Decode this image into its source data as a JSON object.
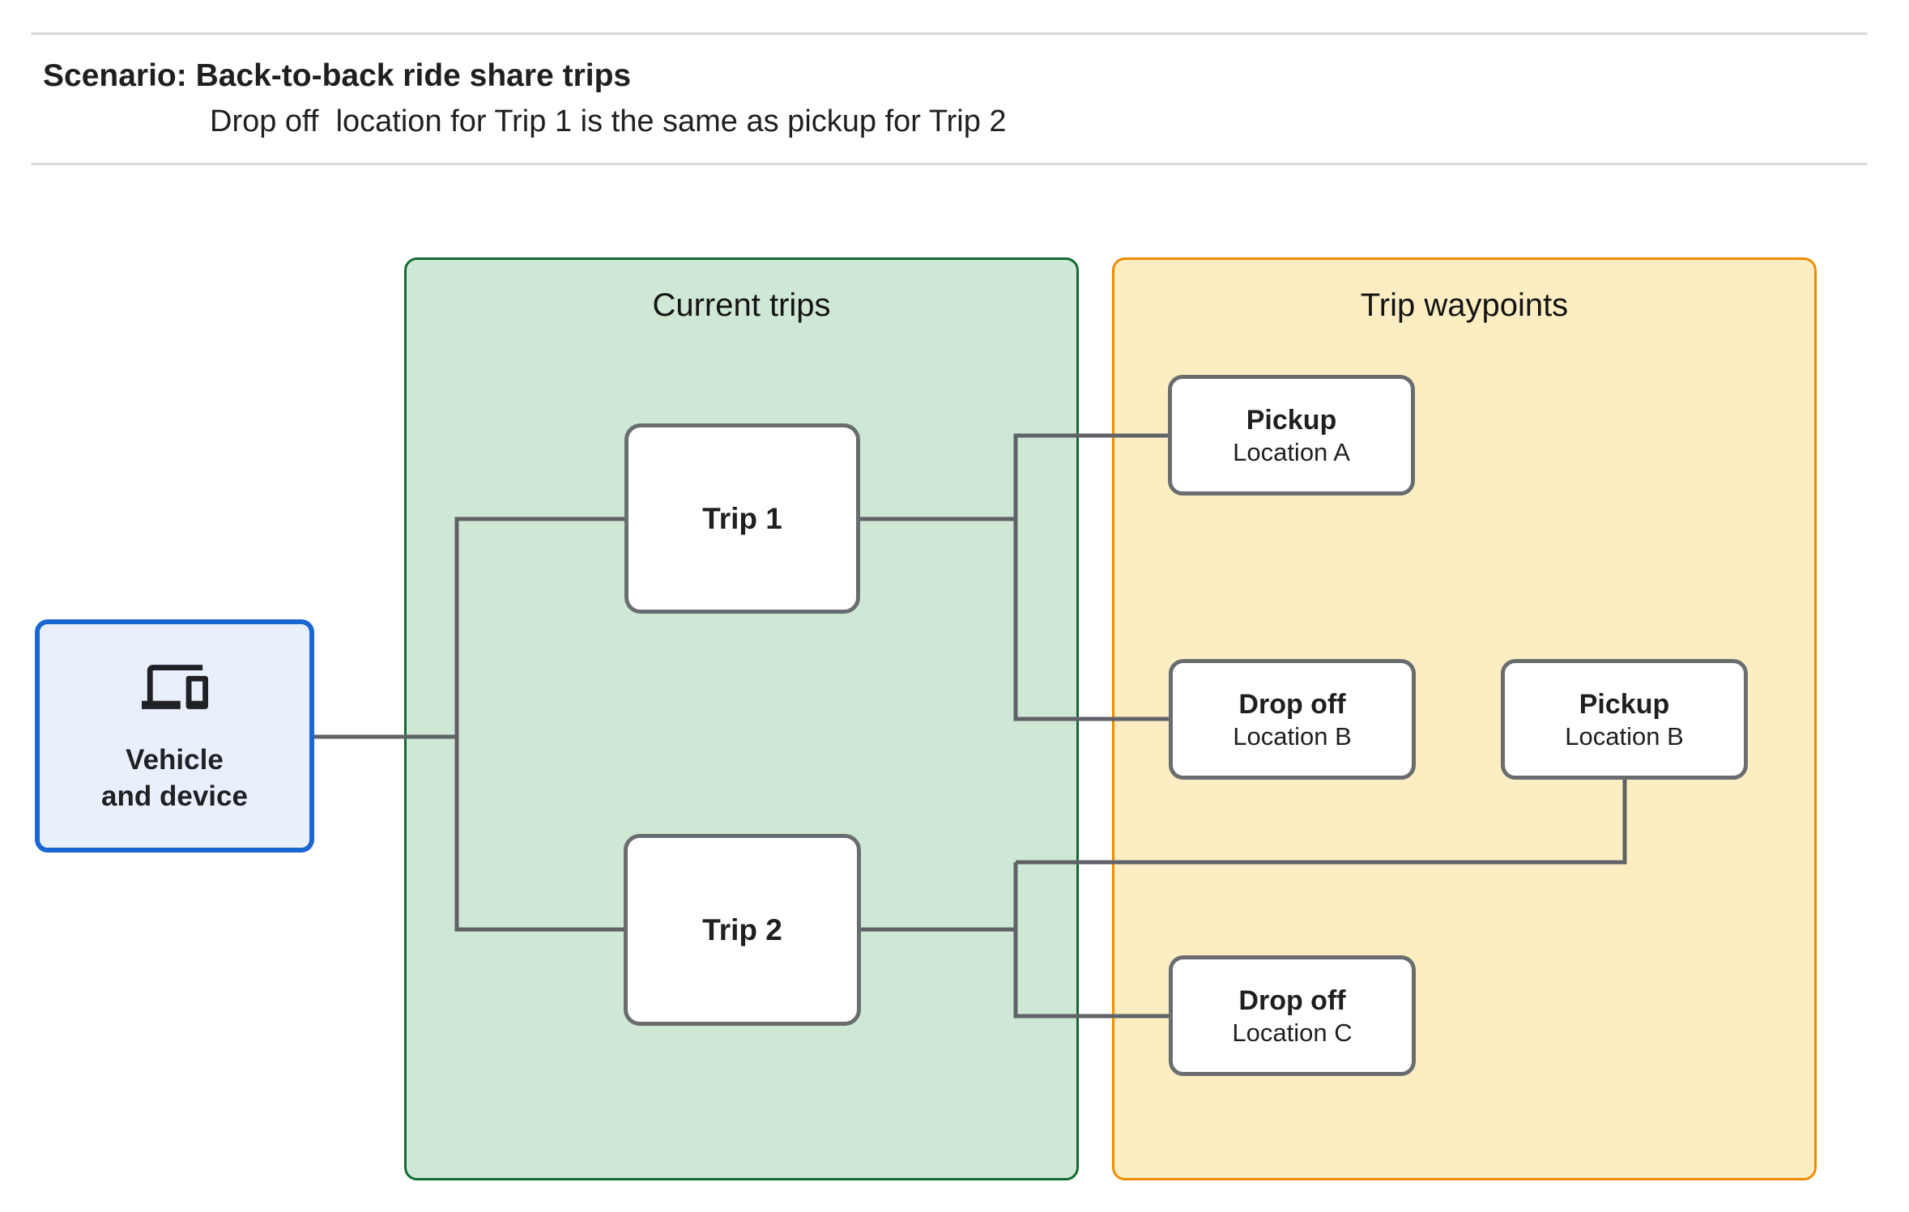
{
  "header": {
    "title": "Scenario: Back-to-back ride share trips",
    "subtitle": "Drop off  location for Trip 1 is the same as pickup for Trip 2"
  },
  "groups": {
    "current_trips": {
      "label": "Current trips"
    },
    "trip_waypoints": {
      "label": "Trip waypoints"
    }
  },
  "nodes": {
    "vehicle": {
      "line1": "Vehicle",
      "line2": "and device",
      "icon": "devices-icon"
    },
    "trip1": {
      "label": "Trip 1"
    },
    "trip2": {
      "label": "Trip 2"
    },
    "pickup_a": {
      "title": "Pickup",
      "subtitle": "Location A"
    },
    "dropoff_b": {
      "title": "Drop off",
      "subtitle": "Location B"
    },
    "pickup_b": {
      "title": "Pickup",
      "subtitle": "Location B"
    },
    "dropoff_c": {
      "title": "Drop off",
      "subtitle": "Location C"
    }
  },
  "colors": {
    "page_bg": "#ffffff",
    "divider": "#d9d9d9",
    "text": "#1f1f1f",
    "green_fill": "#cfe7d5",
    "green_border": "#136b33",
    "yellow_fill": "#fcedc2",
    "orange_border": "#f08c00",
    "blue_fill": "#e9f0fc",
    "blue_border": "#1967d2",
    "node_border": "#6a6d70",
    "line": "#5f6368",
    "icon": "#202124"
  }
}
